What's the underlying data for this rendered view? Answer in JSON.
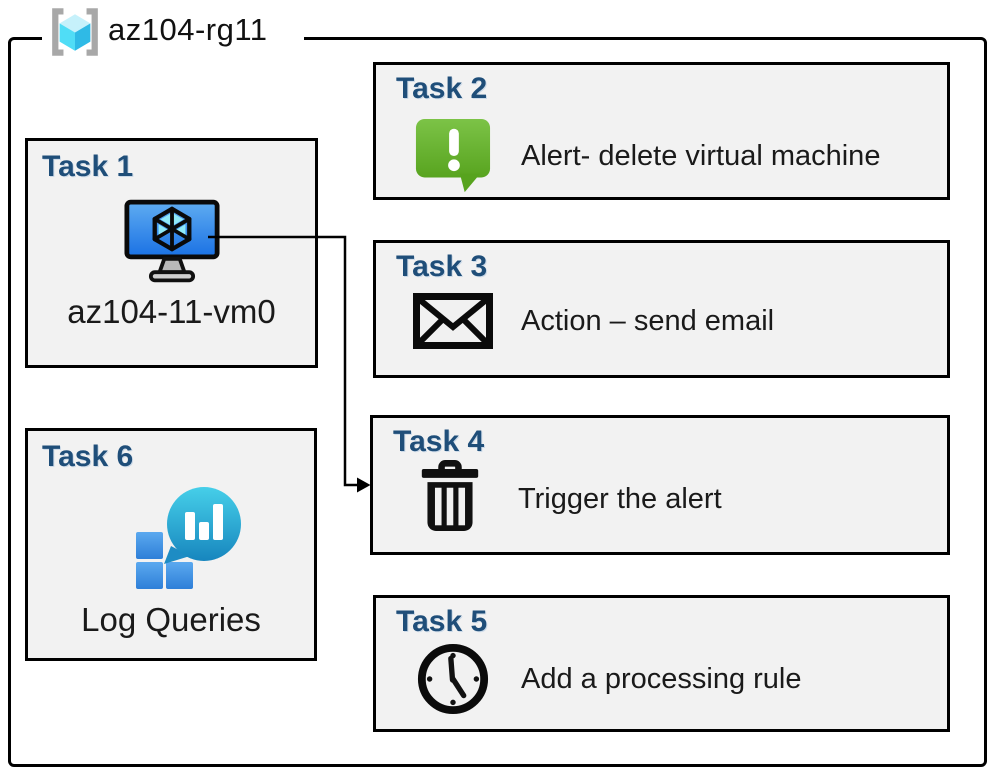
{
  "resource_group": {
    "label": "az104-rg11",
    "icon": "resource-group-icon"
  },
  "tasks": [
    {
      "id": "task1",
      "title": "Task 1",
      "label": "az104-11-vm0",
      "icon": "virtual-machine-icon"
    },
    {
      "id": "task2",
      "title": "Task 2",
      "label": "Alert- delete virtual machine",
      "icon": "alert-message-icon"
    },
    {
      "id": "task3",
      "title": "Task 3",
      "label": "Action – send email",
      "icon": "email-envelope-icon"
    },
    {
      "id": "task4",
      "title": "Task 4",
      "label": "Trigger the alert",
      "icon": "trash-icon"
    },
    {
      "id": "task5",
      "title": "Task 5",
      "label": "Add a processing rule",
      "icon": "clock-icon"
    },
    {
      "id": "task6",
      "title": "Task 6",
      "label": "Log Queries",
      "icon": "log-queries-icon"
    }
  ],
  "connector": {
    "from": "Task 1",
    "to": "Task 4"
  },
  "colors": {
    "title_blue": "#1f4e79",
    "box_fill": "#f2f2f2",
    "border_black": "#000000",
    "alert_green_top": "#7cc347",
    "alert_green_bottom": "#58a41f",
    "vm_screen_top": "#5facf1",
    "vm_screen_bottom": "#1a71e4",
    "log_bubble_top": "#46cfe9",
    "log_bubble_bottom": "#1786be",
    "log_square_top": "#5ba9ef",
    "log_square_bottom": "#2e7fd8",
    "rg_cube_left": "#50ddf6",
    "rg_cube_right": "#2fbae6",
    "rg_cube_top": "#c6f1fb",
    "rg_bracket_gray": "#a8a8a8"
  }
}
